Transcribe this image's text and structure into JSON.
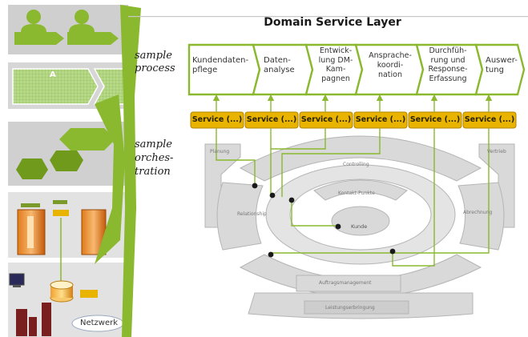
{
  "title": "Domain Service Layer",
  "left_labels": {
    "process": [
      "sample",
      "process"
    ],
    "orchestration": [
      "sample",
      "orches-",
      "tration"
    ]
  },
  "process_steps": [
    [
      "Kundendaten-",
      "pflege"
    ],
    [
      "Daten-",
      "analyse"
    ],
    [
      "Entwick-",
      "lung DM-",
      "Kam-",
      "pagnen"
    ],
    [
      "Ansprache-",
      "koordi-",
      "nation"
    ],
    [
      "Durchfüh-",
      "rung und",
      "Response-",
      "Erfassung"
    ],
    [
      "Auswer-",
      "tung"
    ]
  ],
  "services": [
    "Service (...)",
    "Service (...)",
    "Service (...)",
    "Service (...)",
    "Service (...)",
    "Service (...)"
  ],
  "orchestration_labels": {
    "planung": "Planung",
    "vertrieb": "Vertrieb",
    "controlling": "Controlling",
    "kontakt_punkte": "Kontakt-Punkte",
    "relationship": "Relationship",
    "abrechnung": "Abrechnung",
    "kunde": "Kunde",
    "auftragsmanagement": "Auftragsmanagement",
    "leistungserbringung": "Leistungserbringung"
  },
  "left_panel": {
    "process_letter": "A",
    "network_label": "Netzwerk"
  },
  "colors": {
    "green": "#8ab82e",
    "green_dark": "#6f9a1c",
    "service_fill": "#e8b400",
    "service_text": "#2a2200",
    "grey_panel": "#cfcfcf",
    "grey_shape": "#d9d9d9"
  }
}
